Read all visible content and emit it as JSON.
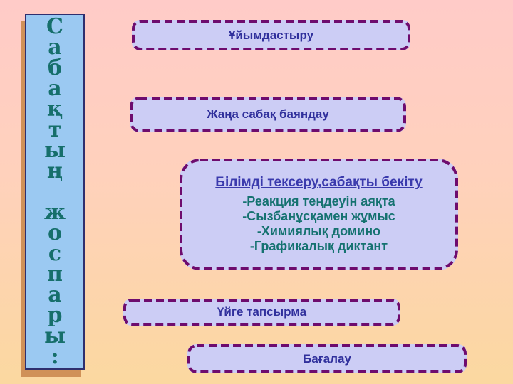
{
  "slide": {
    "background_top_color": "#ffcbc8",
    "background_bottom_color": "#fbd8a0"
  },
  "sidebar": {
    "title_vertical": "С\nа\nб\nа\nқ\nт\nы\nң\n\nж\nо\nс\nп\nа\nр\nы\n:",
    "fill_color": "#9bc9f2",
    "border_color": "#2f2f6e",
    "shadow_color": "#d09158",
    "text_color": "#166f6b"
  },
  "stages": {
    "box_fill_color": "#cccdf5",
    "box_border_color": "#6e0c6e",
    "label_color": "#30309c",
    "stage1": {
      "label": "Ұйымдастыру"
    },
    "stage2": {
      "label": "Жаңа сабақ баяндау"
    },
    "stage3": {
      "title": "Білімді тексеру,сабақты бекіту",
      "title_color": "#3a3aad",
      "item_color": "#157270",
      "items": [
        "-Реакция теңдеуін аяқта",
        "-Сызбанұсқамен жұмыс",
        "-Химиялық домино",
        "-Графикалық диктант"
      ]
    },
    "stage4": {
      "label": "Үйге тапсырма"
    },
    "stage5": {
      "label": "Бағалау"
    }
  }
}
